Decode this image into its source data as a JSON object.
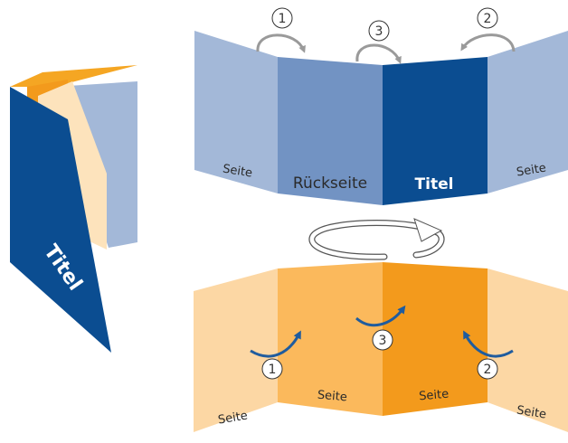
{
  "colors": {
    "blue_light": "#a3b8d8",
    "blue_mid": "#7293c3",
    "blue_dark": "#0b4d91",
    "blue_arrow": "#1f5c9e",
    "orange_pale": "#fcd7a4",
    "orange_light": "#fbb95c",
    "orange": "#f39a1c",
    "orange_flap": "#f5a623",
    "peach": "#fde3bc",
    "grey_arrow": "#9a9a9a",
    "outline": "#555555"
  },
  "brochure": {
    "cover_title": "Titel"
  },
  "top_panels": {
    "panel1": "Seite",
    "panel2": "Rückseite",
    "panel3": "Titel",
    "panel4": "Seite"
  },
  "bottom_panels": {
    "panel1": "Seite",
    "panel2": "Seite",
    "panel3": "Seite",
    "panel4": "Seite"
  },
  "steps": {
    "one": "1",
    "two": "2",
    "three": "3"
  },
  "icons": {
    "top_fold_arrows": "curved-arrow-icon",
    "bottom_fold_arrows": "curved-arrow-icon",
    "flip_indicator": "rotate-arrow-icon"
  }
}
